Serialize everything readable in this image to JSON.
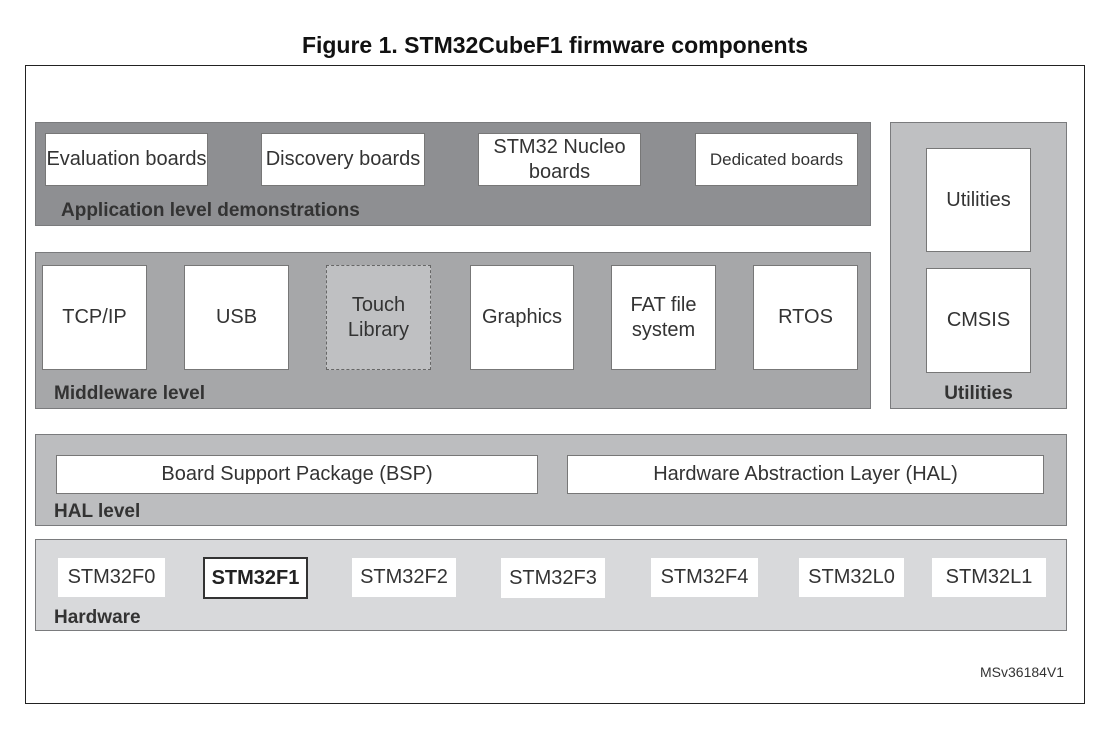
{
  "title": "Figure 1. STM32CubeF1 firmware components",
  "application": {
    "label": "Application level demonstrations",
    "boxes": [
      "Evaluation boards",
      "Discovery boards",
      "STM32 Nucleo boards",
      "Dedicated boards"
    ]
  },
  "middleware": {
    "label": "Middleware level",
    "boxes": [
      "TCP/IP",
      "USB",
      "Touch Library",
      "Graphics",
      "FAT file system",
      "RTOS"
    ]
  },
  "utilities": {
    "label": "Utilities",
    "boxes": [
      "Utilities",
      "CMSIS"
    ]
  },
  "hal": {
    "label": "HAL level",
    "boxes": [
      "Board Support Package (BSP)",
      "Hardware Abstraction Layer (HAL)"
    ]
  },
  "hardware": {
    "label": "Hardware",
    "chips": [
      "STM32F0",
      "STM32F1",
      "STM32F2",
      "STM32F3",
      "STM32F4",
      "STM32L0",
      "STM32L1"
    ],
    "highlighted": "STM32F1"
  },
  "code": "MSv36184V1",
  "colors": {
    "application": "#8e8f92",
    "middleware": "#a6a7a9",
    "utilities": "#bfc0c2",
    "hal": "#bcbdbf",
    "hardware": "#d8d9db"
  }
}
